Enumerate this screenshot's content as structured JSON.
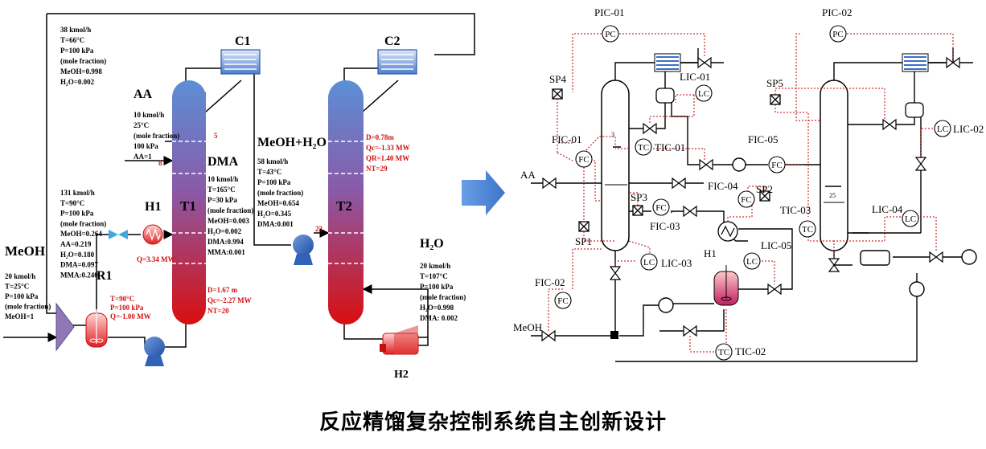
{
  "caption": "反应精馏复杂控制系统自主创新设计",
  "colors": {
    "column_top": "#5b8fd6",
    "column_bottom": "#d80f0f",
    "hx": "#4f7fd0",
    "pump": "#2f62b8",
    "arrow": "#4f87d6",
    "red_text": "#d01010",
    "control_line": "#c00000",
    "mixer": "#9078b8"
  },
  "left": {
    "labels": {
      "meoh": "MeOH",
      "aa": "AA",
      "dma": "DMA",
      "meoh_h2o": "MeOH+H₂O",
      "h2o": "H₂O",
      "c1": "C1",
      "c2": "C2",
      "t1": "T1",
      "t2": "T2",
      "h1": "H1",
      "h2": "H2",
      "r1": "R1",
      "stage5": "5",
      "stage8": "8",
      "stage23": "23"
    },
    "top_stream": [
      "38 kmol/h",
      "T=66°C",
      "P=100 kPa",
      "(mole fraction)",
      "MeOH=0.998",
      "H₂O=0.002"
    ],
    "aa_stream": [
      "10 kmol/h",
      "25°C",
      "(mole fraction)",
      "100 kPa",
      "AA=1"
    ],
    "meoh_stream": [
      "20 kmol/h",
      "T=25°C",
      "P=100 kPa",
      "(mole fraction)",
      "MeOH=1"
    ],
    "reactor_feed": [
      "131 kmol/h",
      "T=90°C",
      "P=100 kPa",
      "(mole fraction)",
      "MeOH=0.264",
      "AA=0.219",
      "H₂O=0.180",
      "DMA=0.097",
      "MMA:0.240"
    ],
    "dma_stream": [
      "10 kmol/h",
      "T=165°C",
      "P=30 kPa",
      "(mole fraction)",
      "MeOH=0.003",
      "H₂O=0.002",
      "DMA:0.994",
      "MMA:0.001"
    ],
    "meoh_h2o_stream": [
      "58 kmol/h",
      "T=43°C",
      "P=100 kPa",
      "(mole fraction)",
      "MeOH=0.654",
      "H₂O=0.345",
      "DMA:0.001"
    ],
    "h2o_stream": [
      "20 kmol/h",
      "T=107°C",
      "P=100 kPa",
      "(mole fraction)",
      "H₂O=0.998",
      "DMA: 0.002"
    ],
    "h1_duty": "Q=3.34 MW",
    "r1_cond": [
      "T=90°C",
      "P=100 kPa",
      "Q=-1.00 MW"
    ],
    "t1_spec": [
      "D=1.67 m",
      "Qc=-2.27 MW",
      "NT=20"
    ],
    "t2_spec": [
      "D=0.78m",
      "Qc=-1.33 MW",
      "QR=1.40 MW",
      "NT=29"
    ]
  },
  "right": {
    "tags": {
      "pic01": "PIC-01",
      "pic02": "PIC-02",
      "pc": "PC",
      "lic01": "LIC-01",
      "lic02": "LIC-02",
      "lic03": "LIC-03",
      "lic04": "LIC-04",
      "lic05": "LIC-05",
      "lc": "LC",
      "fic01": "FIC-01",
      "fic02": "FIC-02",
      "fic03": "FIC-03",
      "fic04": "FIC-04",
      "fic05": "FIC-05",
      "fc": "FC",
      "tic01": "TIC-01",
      "tic02": "TIC-02",
      "tic03": "TIC-03",
      "tc": "TC",
      "sp1": "SP1",
      "sp2": "SP2",
      "sp3": "SP3",
      "sp4": "SP4",
      "sp5": "SP5",
      "aa": "AA",
      "meoh": "MeOH",
      "h1": "H1",
      "stage3": "3",
      "stage25": "25"
    }
  }
}
